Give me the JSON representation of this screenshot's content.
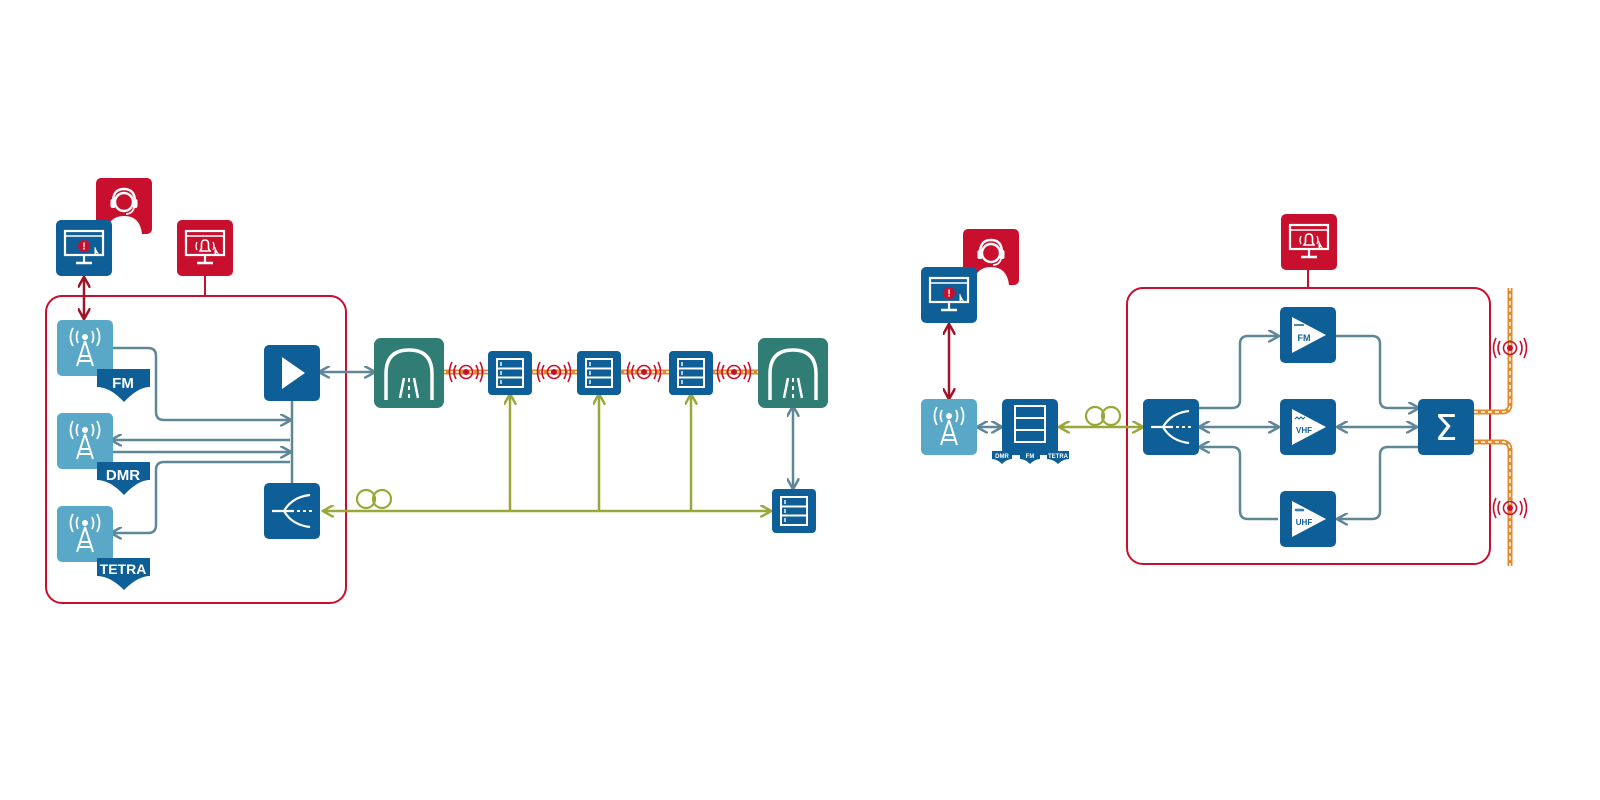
{
  "colors": {
    "blue": "#0e5f97",
    "light_blue": "#5aa8c7",
    "teal": "#2f7d74",
    "red": "#c8102e",
    "line_gray": "#5f8797",
    "fiber_green": "#9aa83b",
    "leaky_cable": "#e08a2c",
    "white": "#ffffff"
  },
  "left_system": {
    "base_station_labels": [
      "FM",
      "DMR",
      "TETRA"
    ],
    "icons": [
      "operator-headset-icon",
      "alarm-monitor-icon",
      "bell-alarm-monitor-icon",
      "antenna-mast-icon",
      "amplifier-icon",
      "splitter-icon",
      "tunnel-icon",
      "repeater-icon",
      "fiber-coil-icon",
      "radiating-cable-icon"
    ]
  },
  "right_system": {
    "receiver_labels": [
      "DMR",
      "FM",
      "TETRA"
    ],
    "amplifier_labels": [
      "FM",
      "VHF",
      "UHF"
    ],
    "combiner_symbol": "Σ",
    "icons": [
      "operator-headset-icon",
      "alarm-monitor-icon",
      "bell-alarm-monitor-icon",
      "antenna-mast-icon",
      "repeater-icon",
      "fiber-coil-icon",
      "splitter-icon",
      "combiner-icon",
      "radiating-cable-icon"
    ]
  }
}
